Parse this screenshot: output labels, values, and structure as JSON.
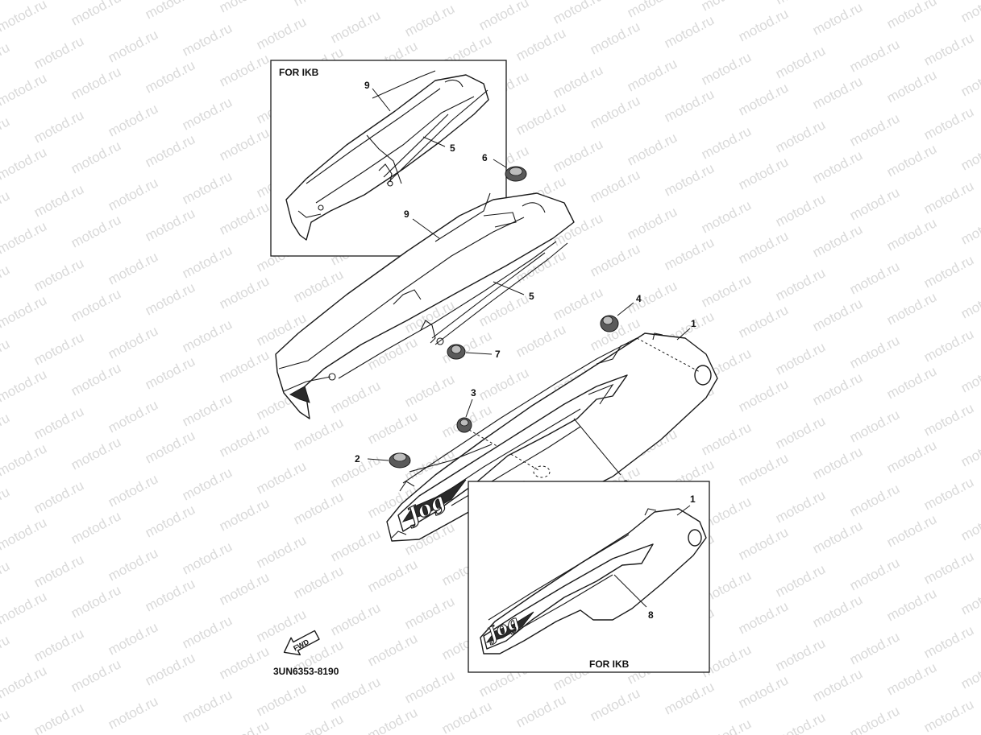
{
  "watermark": {
    "text": "motod.ru"
  },
  "insets": {
    "top_left": {
      "title": "FOR IKB"
    },
    "bottom_right": {
      "title": "FOR IKB"
    }
  },
  "callouts": {
    "top_inset_9": "9",
    "top_inset_5": "5",
    "main_6": "6",
    "main_9": "9",
    "main_5": "5",
    "main_4": "4",
    "main_1": "1",
    "main_7": "7",
    "main_3": "3",
    "main_2": "2",
    "main_8": "8",
    "bottom_inset_1": "1",
    "bottom_inset_8": "8"
  },
  "fwd_arrow": {
    "label": "FWD"
  },
  "part_code": "3UN6353-8190",
  "graphic_text": "Jog"
}
